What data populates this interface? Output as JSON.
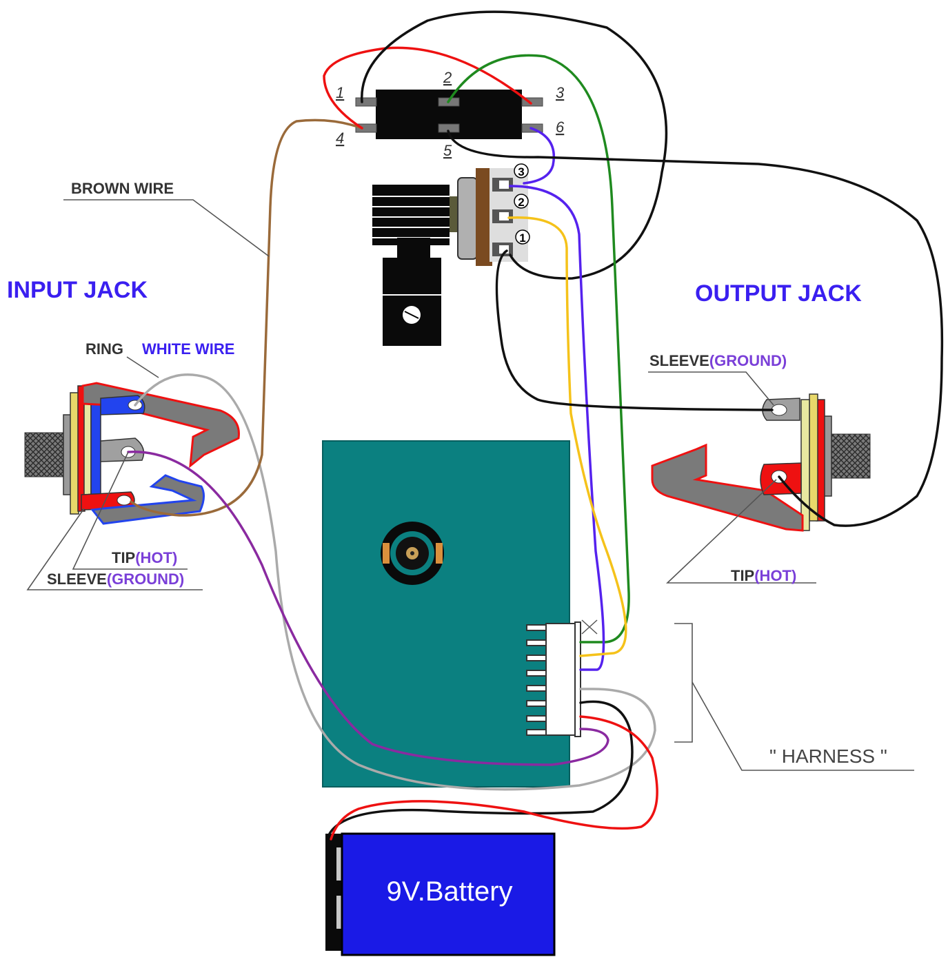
{
  "labels": {
    "input_jack": "INPUT JACK",
    "output_jack": "OUTPUT JACK",
    "brown_wire": "BROWN WIRE",
    "ring": "RING",
    "white_wire": "WHITE WIRE",
    "input_tip": "TIP",
    "input_tip_hot": "(HOT)",
    "input_sleeve": "SLEEVE",
    "input_sleeve_ground": "(GROUND)",
    "output_sleeve": "SLEEVE",
    "output_sleeve_ground": "(GROUND)",
    "output_tip": "TIP",
    "output_tip_hot": "(HOT)",
    "harness": "\" HARNESS \"",
    "battery": "9V.Battery"
  },
  "switch_pins": [
    "1",
    "2",
    "3",
    "4",
    "5",
    "6"
  ],
  "pot_pins": [
    "3",
    "2",
    "1"
  ],
  "colors": {
    "label_blue": "#3a1ff0",
    "label_purple": "#7a3fd8",
    "board": "#0b8080",
    "battery": "#1a1ae6",
    "wire_red": "#ee1111",
    "wire_black": "#111111",
    "wire_green": "#1f8a1f",
    "wire_brown": "#9a6a3a",
    "wire_blue": "#5522ee",
    "wire_yellow": "#f5c21a",
    "wire_purple": "#8a2aa0",
    "wire_gray": "#aaaaaa"
  }
}
